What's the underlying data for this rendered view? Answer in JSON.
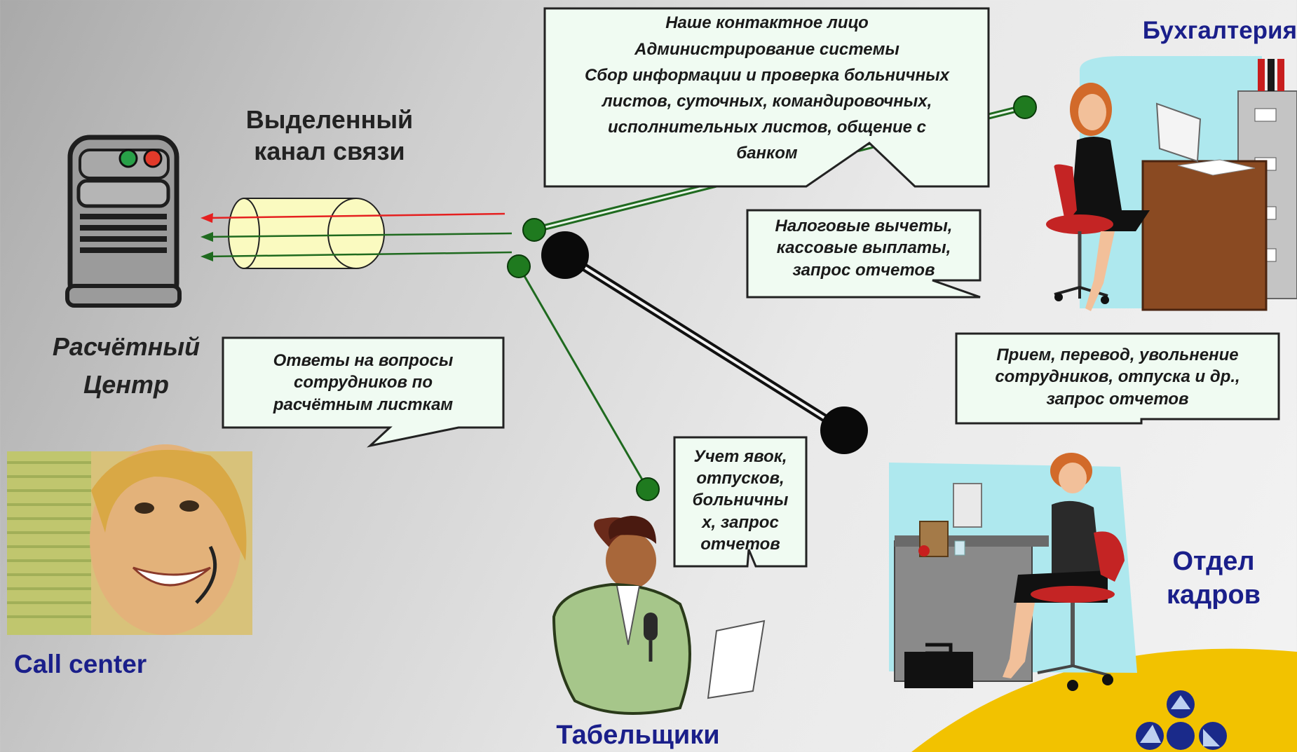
{
  "labels": {
    "settlement_center": "Расчётный\nЦентр",
    "dedicated_channel": "Выделенный\nканал связи",
    "call_center": "Call center",
    "accounting": "Бухгалтерия",
    "hr_department": "Отдел\nкадров",
    "timekeepers": "Табельщики"
  },
  "bubbles": {
    "top": "Наше контактное лицо\nАдминистрирование системы\nСбор информации и проверка больничных\nлистов, суточных, командировочных,\nисполнительных листов, общение с\nбанком",
    "tax": "Налоговые вычеты,\nкассовые выплаты,\nзапрос отчетов",
    "answers": "Ответы на вопросы\nсотрудников по\nрасчётным листкам",
    "hr": "Прием, перевод, увольнение\nсотрудников, отпуска и др.,\nзапрос отчетов",
    "attendance": "Учет явок,\nотпусков,\nбольничны\nх, запрос\nотчетов"
  },
  "colors": {
    "navy": "#1a1f8a",
    "bubble_fill": "#f0fbf2",
    "green_dot": "#1f7a1f",
    "cylinder": "#fafac0",
    "gold": "#f2c200"
  }
}
